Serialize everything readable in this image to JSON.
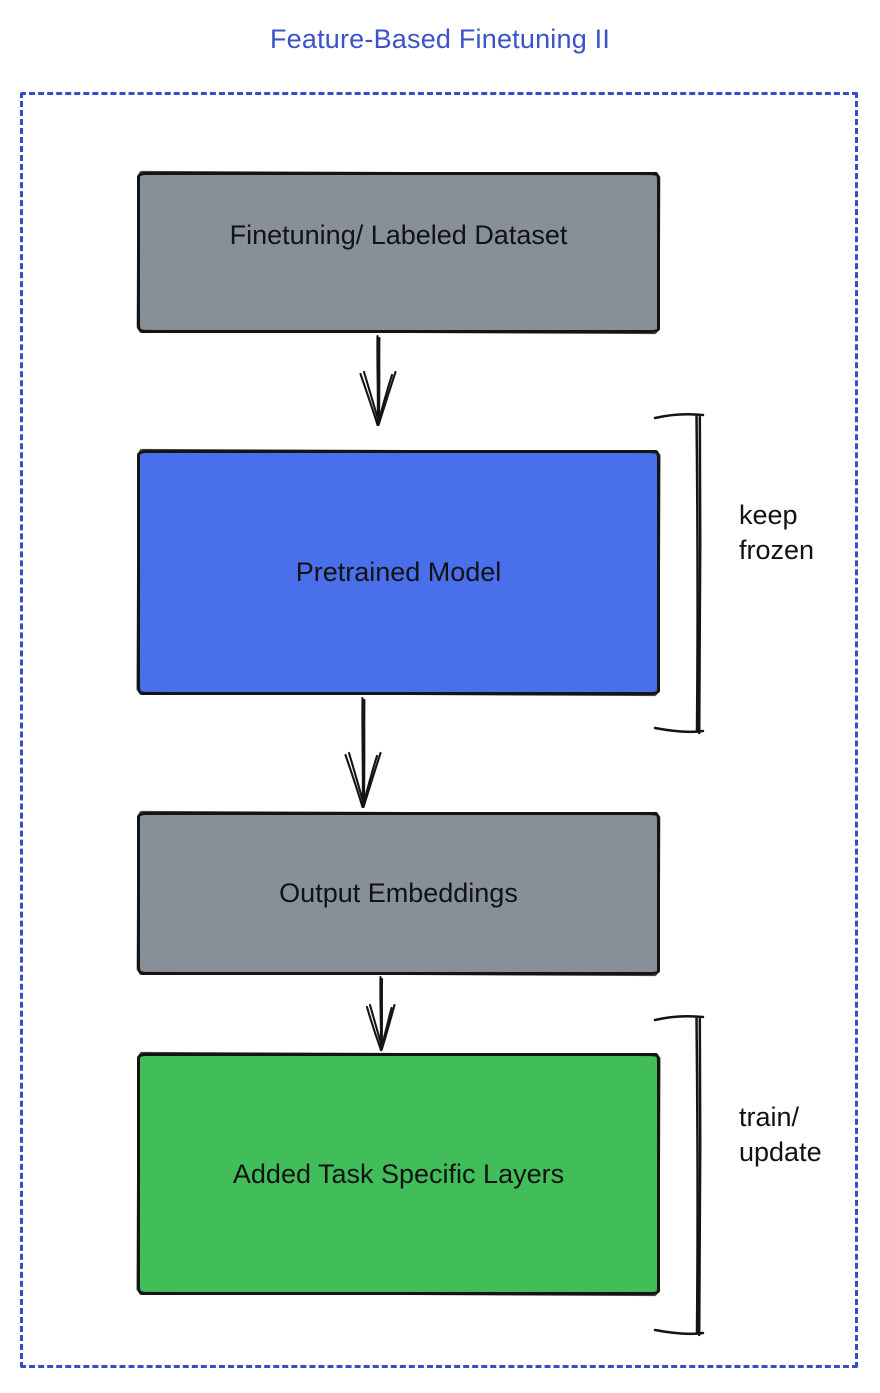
{
  "title": {
    "text": "Feature-Based Finetuning II",
    "color": "#3b52c8"
  },
  "frame": {
    "border_style": "dashed",
    "border_color": "#3a4cc5"
  },
  "ink_color": "#141414",
  "nodes": [
    {
      "id": "finetuning-dataset",
      "label": "Finetuning/ Labeled Dataset",
      "fill": "#878f99",
      "text_color": "#121212"
    },
    {
      "id": "pretrained-model",
      "label": "Pretrained Model",
      "fill": "#4a6fea",
      "text_color": "#121212"
    },
    {
      "id": "output-embeddings",
      "label": "Output Embeddings",
      "fill": "#878f99",
      "text_color": "#121212"
    },
    {
      "id": "added-task-layers",
      "label": "Added Task Specific Layers",
      "fill": "#41bd59",
      "text_color": "#121212"
    }
  ],
  "edges": [
    {
      "from": "finetuning-dataset",
      "to": "pretrained-model"
    },
    {
      "from": "pretrained-model",
      "to": "output-embeddings"
    },
    {
      "from": "output-embeddings",
      "to": "added-task-layers"
    }
  ],
  "annotations": [
    {
      "for": "pretrained-model",
      "line1": "keep",
      "line2": "frozen"
    },
    {
      "for": "added-task-layers",
      "line1": "train/",
      "line2": "update"
    }
  ]
}
